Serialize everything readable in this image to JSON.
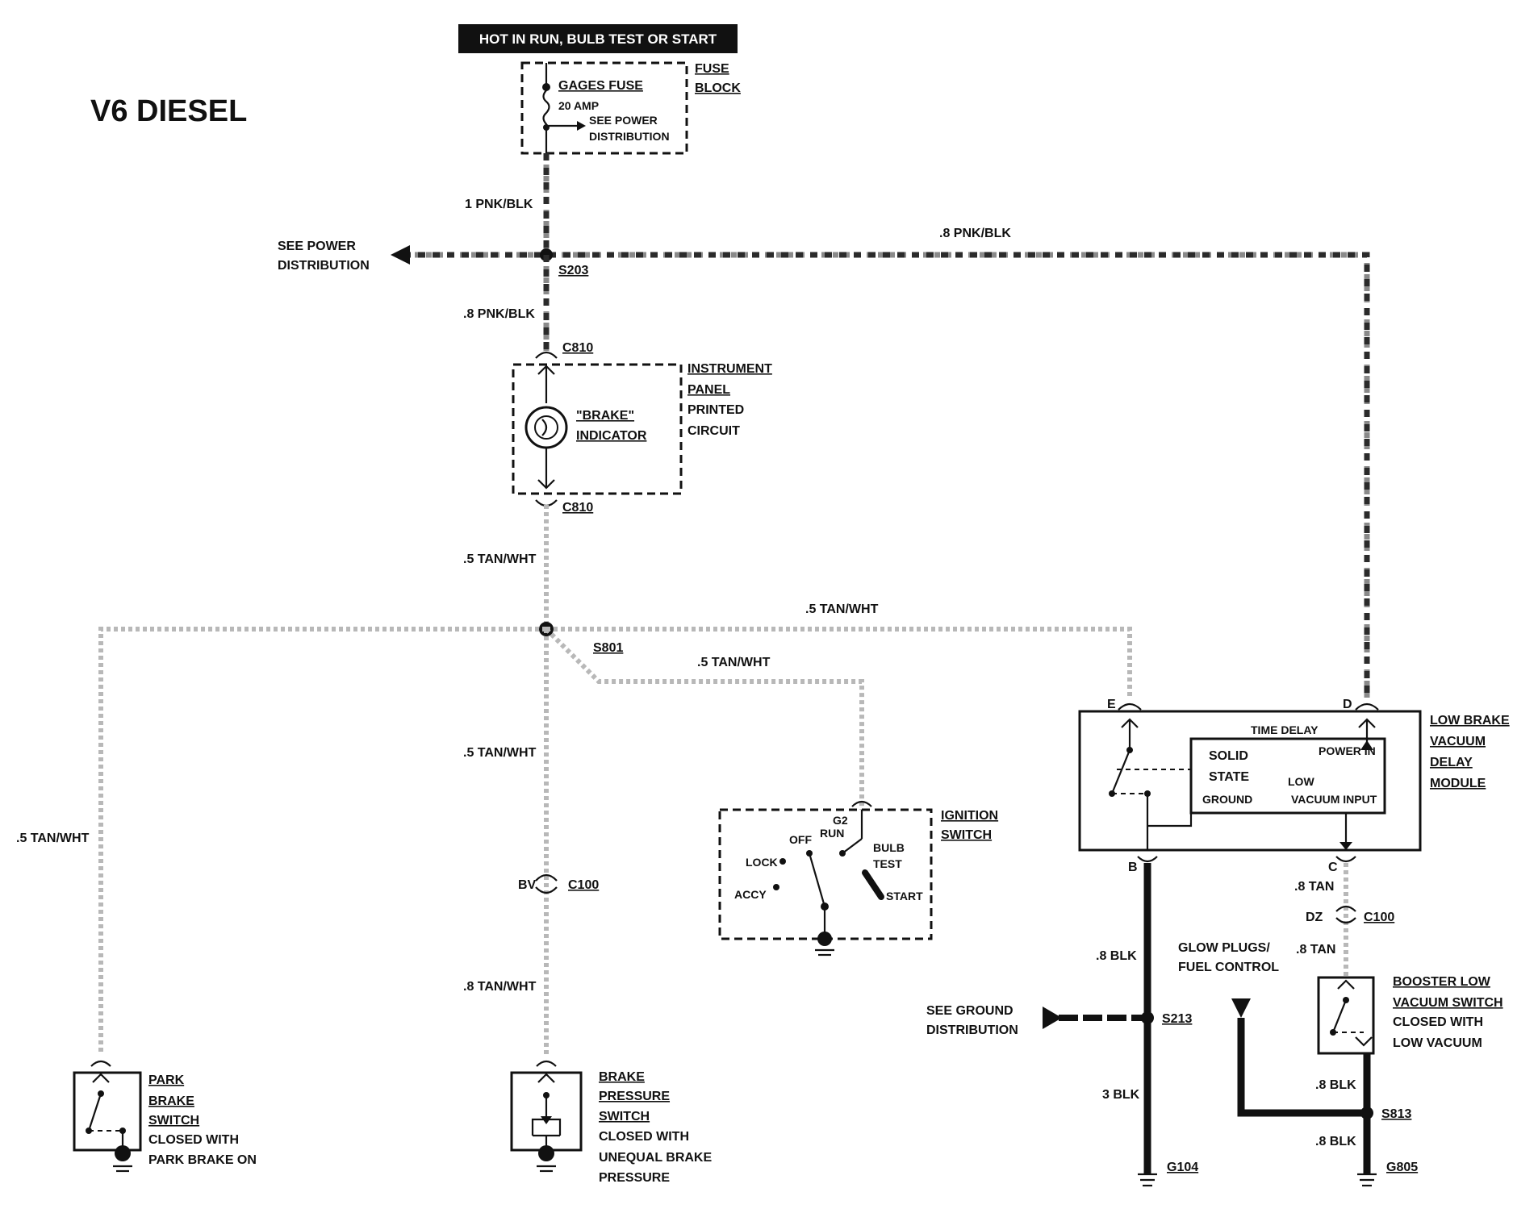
{
  "title": "V6 DIESEL",
  "header": "HOT IN RUN,   BULB TEST OR START",
  "fuse": {
    "name": "GAGES FUSE",
    "rating": "20 AMP",
    "see1": "SEE POWER",
    "see2": "DISTRIBUTION",
    "block1": "FUSE",
    "block2": "BLOCK"
  },
  "wires": {
    "w1": "1 PNK/BLK",
    "w2": ".8 PNK/BLK",
    "w3": ".8 PNK/BLK",
    "w4": ".5 TAN/WHT",
    "w5": ".5 TAN/WHT",
    "w6": ".5 TAN/WHT",
    "w7": ".5 TAN/WHT",
    "w8": ".5 TAN/WHT",
    "w9": ".8 TAN/WHT",
    "w10": ".8 TAN",
    "w11": ".8 TAN",
    "w12": ".8 BLK",
    "w13": "3 BLK",
    "w14": ".8 BLK",
    "w15": ".8 BLK"
  },
  "see_power_1": "SEE POWER",
  "see_power_2": "DISTRIBUTION",
  "splices": {
    "s203": "S203",
    "s801": "S801",
    "s213": "S213",
    "s813": "S813"
  },
  "connectors": {
    "c810a": "C810",
    "c810b": "C810",
    "c100a": "C100",
    "c100b": "C100",
    "bv": "BV",
    "dz": "DZ",
    "e": "E",
    "d": "D",
    "b": "B",
    "c": "C"
  },
  "ipc": {
    "l1": "INSTRUMENT",
    "l2": "PANEL",
    "l3": "PRINTED",
    "l4": "CIRCUIT",
    "ind1": "\"BRAKE\"",
    "ind2": "INDICATOR"
  },
  "ignition": {
    "l1": "IGNITION",
    "l2": "SWITCH",
    "g2": "G2",
    "run": "RUN",
    "off": "OFF",
    "lock": "LOCK",
    "accy": "ACCY",
    "bulb": "BULB",
    "test": "TEST",
    "start": "START"
  },
  "module": {
    "l1": "LOW BRAKE",
    "l2": "VACUUM",
    "l3": "DELAY",
    "l4": "MODULE",
    "time_delay": "TIME DELAY",
    "solid": "SOLID",
    "state": "STATE",
    "ground": "GROUND",
    "power_in": "POWER IN",
    "low": "LOW",
    "vac_input": "VACUUM INPUT"
  },
  "glow1": "GLOW PLUGS/",
  "glow2": "FUEL CONTROL",
  "see_ground_1": "SEE GROUND",
  "see_ground_2": "DISTRIBUTION",
  "grounds": {
    "g104": "G104",
    "g805": "G805"
  },
  "park": {
    "l1": "PARK",
    "l2": "BRAKE",
    "l3": "SWITCH",
    "l4": "CLOSED WITH",
    "l5": "PARK BRAKE ON"
  },
  "pressure": {
    "l1": "BRAKE",
    "l2": "PRESSURE",
    "l3": "SWITCH",
    "l4": "CLOSED WITH",
    "l5": "UNEQUAL BRAKE",
    "l6": "PRESSURE"
  },
  "booster": {
    "l1": "BOOSTER LOW",
    "l2": "VACUUM SWITCH",
    "l3": "CLOSED WITH",
    "l4": "LOW VACUUM"
  }
}
